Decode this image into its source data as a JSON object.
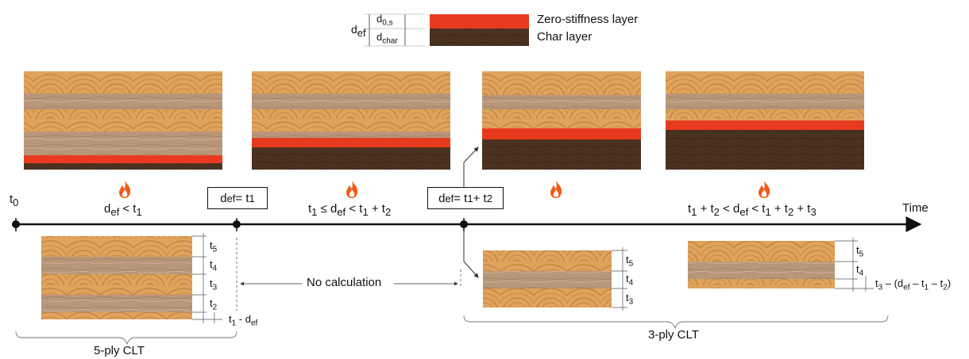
{
  "legend": {
    "def_label": "d",
    "def_sub": "ef",
    "d0_label": "d",
    "d0_sub": "0,s",
    "dchar_label": "d",
    "dchar_sub": "char",
    "zero_stiffness": "Zero-stiffness layer",
    "char_layer": "Char layer",
    "zero_color": "#e83a1e",
    "char_color": "#4b3220"
  },
  "timeline": {
    "time_label": "Time",
    "t0": "t",
    "t0_sub": "0",
    "stage1_condition": {
      "a": "d",
      "a_sub": "ef",
      "b": " < t",
      "b_sub": "1"
    },
    "stage2_condition": {
      "a": "t",
      "a_sub": "1",
      "b": " ≤ d",
      "b_sub": "ef",
      "c": " < t",
      "c_sub": "1",
      "d": " + t",
      "d_sub": "2"
    },
    "stage3_condition": {
      "a": "t",
      "a_sub": "1",
      "b": " + t",
      "b_sub": "2",
      "c": " < d",
      "c_sub": "ef",
      "d": " < t",
      "d_sub": "1",
      "e": " + t",
      "e_sub": "2",
      "f": " + t",
      "f_sub": "3"
    },
    "box1": {
      "a": "d",
      "a_sub": "ef",
      "b": " = t",
      "b_sub": "1"
    },
    "box2": {
      "a": "d",
      "a_sub": "ef",
      "b": " = t",
      "b_sub": "1",
      "c": " + t",
      "c_sub": "2"
    },
    "no_calculation": "No calculation"
  },
  "five_ply": {
    "label": "5-ply CLT",
    "dims": [
      {
        "t": "t",
        "sub": "5"
      },
      {
        "t": "t",
        "sub": "4"
      },
      {
        "t": "t",
        "sub": "3"
      },
      {
        "t": "t",
        "sub": "2"
      }
    ],
    "bottom_dim": {
      "a": "t",
      "a_sub": "1",
      "b": " - d",
      "b_sub": "ef"
    }
  },
  "three_ply": {
    "label": "3-ply CLT",
    "dims_a": [
      {
        "t": "t",
        "sub": "5"
      },
      {
        "t": "t",
        "sub": "4"
      },
      {
        "t": "t",
        "sub": "3"
      }
    ],
    "dims_b": [
      {
        "t": "t",
        "sub": "5"
      },
      {
        "t": "t",
        "sub": "4"
      }
    ],
    "bottom_dim": {
      "a": "t",
      "a_sub": "3",
      "b": " – (d",
      "b_sub": "ef",
      "c": " – t",
      "c_sub": "1",
      "d": " – t",
      "d_sub": "2",
      "e": ")"
    }
  }
}
